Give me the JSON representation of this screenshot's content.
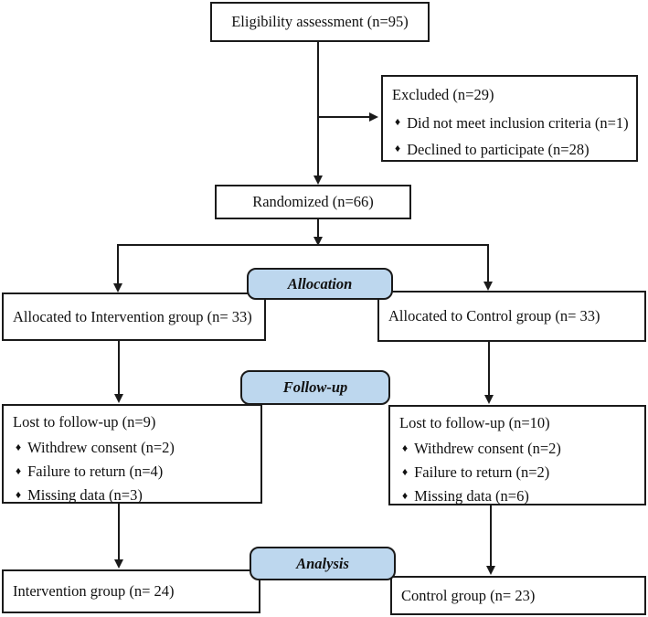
{
  "bullet_icon": "♦",
  "colors": {
    "background": "#ffffff",
    "box_border": "#1a1a1a",
    "arrow": "#1a1a1a",
    "stage_pill_bg": "#BDD7EE",
    "stage_pill_border": "#1a1a1a"
  },
  "boxes": {
    "eligibility": {
      "text": "Eligibility assessment (n=95)"
    },
    "excluded": {
      "title": "Excluded (n=29)",
      "items": [
        "Did not meet inclusion criteria (n=1)",
        "Declined to participate (n=28)"
      ]
    },
    "randomized": {
      "text": "Randomized (n=66)"
    },
    "allocated_intervention": {
      "text": "Allocated to Intervention group (n= 33)"
    },
    "allocated_control": {
      "text": "Allocated to Control group (n= 33)"
    },
    "lost_intervention": {
      "title": "Lost to follow-up (n=9)",
      "items": [
        "Withdrew consent (n=2)",
        "Failure to return (n=4)",
        "Missing data (n=3)"
      ]
    },
    "lost_control": {
      "title": "Lost to follow-up (n=10)",
      "items": [
        "Withdrew consent (n=2)",
        "Failure to return (n=2)",
        "Missing data (n=6)"
      ]
    },
    "analysis_intervention": {
      "text": "Intervention group (n= 24)"
    },
    "analysis_control": {
      "text": "Control group (n= 23)"
    }
  },
  "stages": {
    "allocation": "Allocation",
    "followup": "Follow-up",
    "analysis": "Analysis"
  }
}
